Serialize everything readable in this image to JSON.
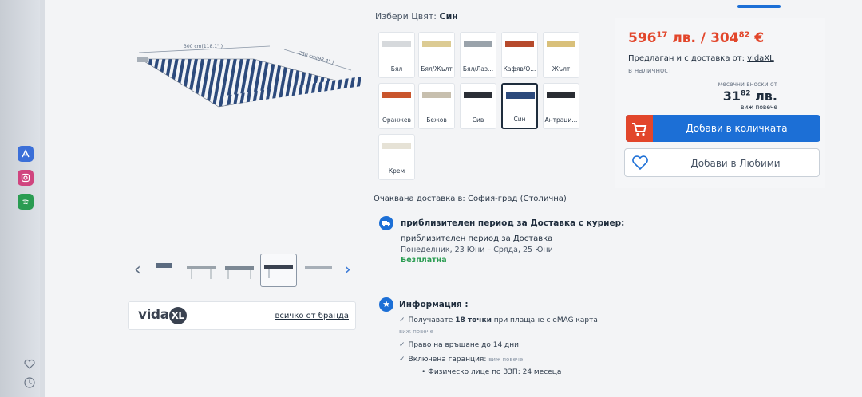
{
  "color_picker": {
    "label": "Избери Цвят:",
    "selected": "Син",
    "swatches": [
      {
        "label": "Бял",
        "color": "#d6d9dc"
      },
      {
        "label": "Бял/Жълт",
        "color": "#dccb93"
      },
      {
        "label": "Бял/Лаз...",
        "color": "#9aa3ab"
      },
      {
        "label": "Кафяв/О...",
        "color": "#b64a2c"
      },
      {
        "label": "Жълт",
        "color": "#d9c07a"
      },
      {
        "label": "Оранжев",
        "color": "#c9552c"
      },
      {
        "label": "Бежов",
        "color": "#c7bfae"
      },
      {
        "label": "Сив",
        "color": "#2b2f36"
      },
      {
        "label": "Син",
        "color": "#2c4a7c"
      },
      {
        "label": "Антраци...",
        "color": "#2a2d33"
      },
      {
        "label": "Крем",
        "color": "#e6e2d6"
      }
    ]
  },
  "product": {
    "dim_width": "300 cm(118.1\" )",
    "dim_depth": "250 cm(98.4\" )"
  },
  "brand": {
    "logo": "vida",
    "logo_badge": "XL",
    "all_from_brand": "всичко от бранда"
  },
  "delivery": {
    "expected": "Очаквана доставка в:",
    "location": "София-град (Столична)",
    "courier_title": "приблизителен период за Доставка с куриер:",
    "period_title": "приблизителен период за Доставка",
    "dates": "Понеделник, 23 Юни – Сряда, 25 Юни",
    "free": "Безплатна"
  },
  "info": {
    "title": "Информация :",
    "points_pre": "Получавате",
    "points_bold": "18 точки",
    "points_post": "при плащане с eMAG карта",
    "see_more": "виж повече",
    "return": "Право на връщане до 14 дни",
    "warranty": "Включена гаранция:",
    "warranty_more": "виж повече",
    "warranty_item": "Физическо лице по ЗЗП: 24 месеца"
  },
  "buy": {
    "price_bgn_int": "596",
    "price_bgn_dec": "17",
    "price_bgn_cur": "лв.",
    "price_eur_int": "304",
    "price_eur_dec": "82",
    "price_eur_cur": "€",
    "seller_pre": "Предлаган и с доставка от:",
    "seller_name": "vidaXL",
    "stock": "в наличност",
    "monthly_label": "месечни вноски от",
    "monthly_int": "31",
    "monthly_dec": "82",
    "monthly_cur": "лв.",
    "monthly_more": "виж повече",
    "add_to_cart": "Добави в количката",
    "add_to_fav": "Добави в Любими"
  },
  "colors": {
    "accent": "#1c6fd6",
    "price": "#e2462b",
    "success": "#2a9c52"
  }
}
